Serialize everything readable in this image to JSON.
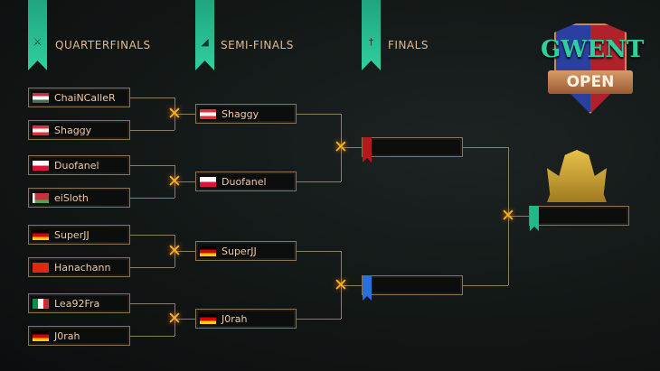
{
  "rounds": [
    {
      "label": "QUARTERFINALS",
      "icon": "crossbow-icon"
    },
    {
      "label": "SEMI-FINALS",
      "icon": "bow-icon"
    },
    {
      "label": "FINALS",
      "icon": "sword-icon"
    }
  ],
  "logo": {
    "text": "GWENT",
    "subtitle": "OPEN"
  },
  "quarterfinals": [
    {
      "name": "ChaiNCalleR",
      "flag": "hungary"
    },
    {
      "name": "Shaggy",
      "flag": "austria"
    },
    {
      "name": "Duofanel",
      "flag": "poland"
    },
    {
      "name": "eiSloth",
      "flag": "belarus"
    },
    {
      "name": "SuperJJ",
      "flag": "germany"
    },
    {
      "name": "Hanachann",
      "flag": "china"
    },
    {
      "name": "Lea92Fra",
      "flag": "italy"
    },
    {
      "name": "J0rah",
      "flag": "germany"
    }
  ],
  "semifinals": [
    {
      "name": "Shaggy",
      "flag": "austria"
    },
    {
      "name": "Duofanel",
      "flag": "poland"
    },
    {
      "name": "SuperJJ",
      "flag": "germany"
    },
    {
      "name": "J0rah",
      "flag": "germany"
    }
  ],
  "finals": [
    {
      "name": "",
      "color": "#b31a1a"
    },
    {
      "name": "",
      "color": "#2a6fe0"
    }
  ],
  "winner": {
    "name": "",
    "color": "#1fb98a"
  }
}
